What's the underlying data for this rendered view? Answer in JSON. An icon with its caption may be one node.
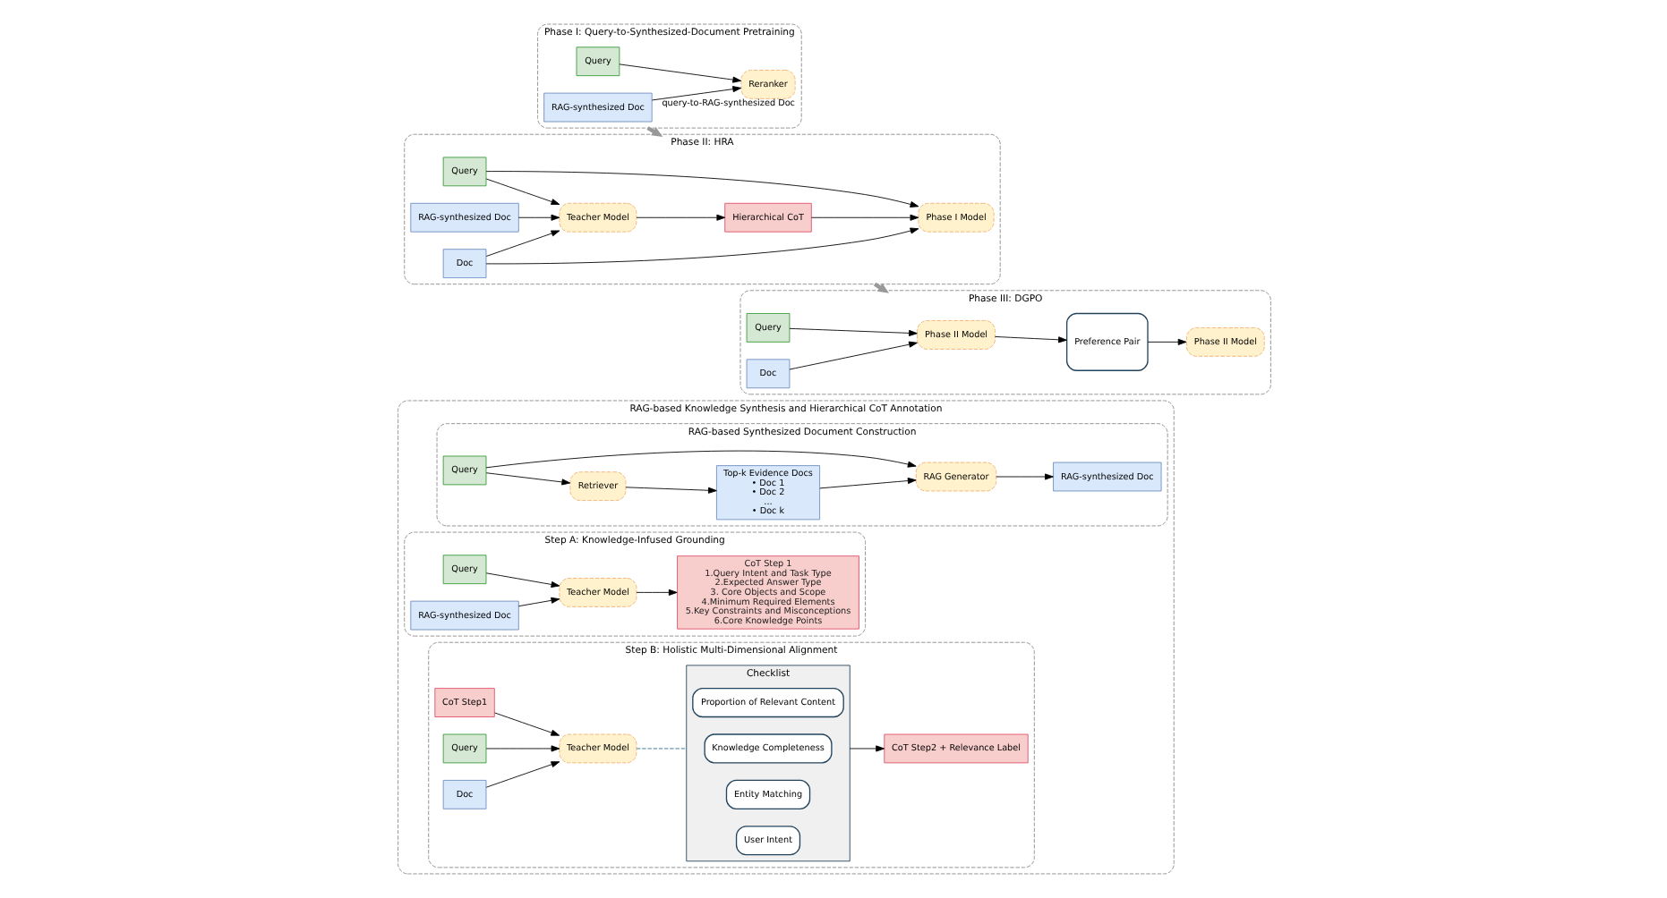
{
  "diagram": {
    "nodes": [
      {
        "text": [
          "RAG-based Knowledge Synthesis and Hierarchical CoT Annotation"
        ]
      },
      {
        "text": [
          "RAG-based Synthesized Document Construction"
        ],
        "in": 0
      },
      {
        "text": [
          "Retriever"
        ],
        "in": 1
      },
      {
        "text": [
          "Top-k Evidence Docs",
          "• Doc 1",
          "• Doc 2",
          "...",
          "• Doc k"
        ],
        "in": 1
      },
      {
        "text": [
          "Query"
        ],
        "in": 1
      },
      {
        "text": [
          "RAG Generator"
        ],
        "in": 1
      },
      {
        "text": [
          "RAG-synthesized Doc"
        ],
        "in": 1
      },
      {
        "text": [
          "Step A: Knowledge-Infused Grounding"
        ],
        "in": 0
      },
      {
        "text": [
          "Query"
        ],
        "in": 7
      },
      {
        "text": [
          "RAG-synthesized Doc"
        ],
        "in": 7
      },
      {
        "text": [
          "Teacher Model"
        ],
        "in": 7
      },
      {
        "text": [
          "CoT Step 1",
          "1.Query Intent and Task Type",
          "2.Expected Answer Type",
          "3. Core Objects and Scope",
          "4.Minimum Required Elements",
          "5.Key Constraints and Misconceptions",
          "6.Core Knowledge Points"
        ],
        "in": 7
      },
      {
        "text": [
          "Step B: Holistic Multi-Dimensional Alignment"
        ],
        "in": 0
      },
      {
        "text": [
          "CoT Step1"
        ],
        "in": 12
      },
      {
        "text": [
          "Query"
        ],
        "in": 12
      },
      {
        "text": [
          "Doc"
        ],
        "in": 12
      },
      {
        "text": [
          "Teacher Model"
        ],
        "in": 12
      },
      {
        "text": [
          "Checklist"
        ],
        "in": 12
      },
      {
        "text": [
          "User Intent"
        ],
        "in": 17
      },
      {
        "text": [
          "Entity Matching"
        ],
        "in": 17
      },
      {
        "text": [
          "Knowledge Completeness"
        ],
        "in": 17
      },
      {
        "text": [
          "Proportion of Relevant Content"
        ],
        "in": 17
      },
      {
        "text": [
          "CoT Step2 + Relevance Label"
        ],
        "in": 12
      },
      {
        "text": [
          "Phase I: Query-to-Synthesized-Document Pretraining"
        ]
      },
      {
        "text": [
          "Query"
        ],
        "in": 23
      },
      {
        "text": [
          "RAG-synthesized Doc"
        ],
        "in": 23
      },
      {
        "text": [
          "Reranker"
        ],
        "beside": [
          "query-to-RAG-synthesized Doc"
        ],
        "in": 23
      },
      {
        "text": [
          "Phase II: HRA"
        ]
      },
      {
        "text": [
          "Query"
        ],
        "in": 27
      },
      {
        "text": [
          "Doc"
        ],
        "in": 27
      },
      {
        "text": [
          "Phase I Model"
        ],
        "in": 27
      },
      {
        "text": [
          "Hierarchical CoT"
        ],
        "in": 27
      },
      {
        "text": [
          "Teacher Model"
        ],
        "in": 27
      },
      {
        "text": [
          "RAG-synthesized Doc"
        ],
        "in": 27
      },
      {
        "text": [
          "Phase III: DGPO"
        ]
      },
      {
        "text": [
          "Query"
        ],
        "in": 34
      },
      {
        "text": [
          "Doc"
        ],
        "in": 34
      },
      {
        "text": [
          "Phase II Model"
        ],
        "in": 34
      },
      {
        "text": [
          "Preference Pair"
        ],
        "in": 34
      },
      {
        "text": [
          "Phase II Model"
        ],
        "in": 34
      }
    ],
    "edges": [
      {
        "from": 4,
        "to": 2,
        "arrow": "to"
      },
      {
        "from": 2,
        "to": 3,
        "arrow": "to"
      },
      {
        "from": 3,
        "to": 5,
        "arrow": "to"
      },
      {
        "from": 4,
        "to": 5,
        "arrow": "to"
      },
      {
        "from": 5,
        "to": 6,
        "arrow": "to"
      },
      {
        "from": 8,
        "to": 10,
        "arrow": "to"
      },
      {
        "from": 9,
        "to": 10,
        "arrow": "to"
      },
      {
        "from": 10,
        "to": 11,
        "arrow": "to"
      },
      {
        "from": 13,
        "to": 16,
        "arrow": "to"
      },
      {
        "from": 14,
        "to": 16,
        "arrow": "to"
      },
      {
        "from": 15,
        "to": 16,
        "arrow": "to"
      },
      {
        "from": 16,
        "to": 17,
        "arrow": "none",
        "style": "dashed",
        "color": "#2e6b8a"
      },
      {
        "from": 17,
        "to": 22,
        "arrow": "to"
      },
      {
        "from": 24,
        "to": 26,
        "arrow": "to"
      },
      {
        "from": 25,
        "to": 26,
        "arrow": "to"
      },
      {
        "from": 23,
        "to": 27,
        "arrow": "to",
        "style": "thick",
        "color": "#999999"
      },
      {
        "from": 28,
        "to": 30,
        "arrow": "to"
      },
      {
        "from": 29,
        "to": 30,
        "arrow": "to"
      },
      {
        "from": 28,
        "to": 32,
        "arrow": "to"
      },
      {
        "from": 29,
        "to": 32,
        "arrow": "to"
      },
      {
        "from": 33,
        "to": 32,
        "arrow": "to"
      },
      {
        "from": 32,
        "to": 31,
        "arrow": "to"
      },
      {
        "from": 31,
        "to": 30,
        "arrow": "to"
      },
      {
        "from": 27,
        "to": 34,
        "arrow": "to",
        "style": "thick",
        "color": "#999999"
      },
      {
        "from": 35,
        "to": 37,
        "arrow": "to"
      },
      {
        "from": 36,
        "to": 37,
        "arrow": "to"
      },
      {
        "from": 37,
        "to": 38,
        "arrow": "to"
      },
      {
        "from": 38,
        "to": 39,
        "arrow": "to"
      }
    ]
  }
}
